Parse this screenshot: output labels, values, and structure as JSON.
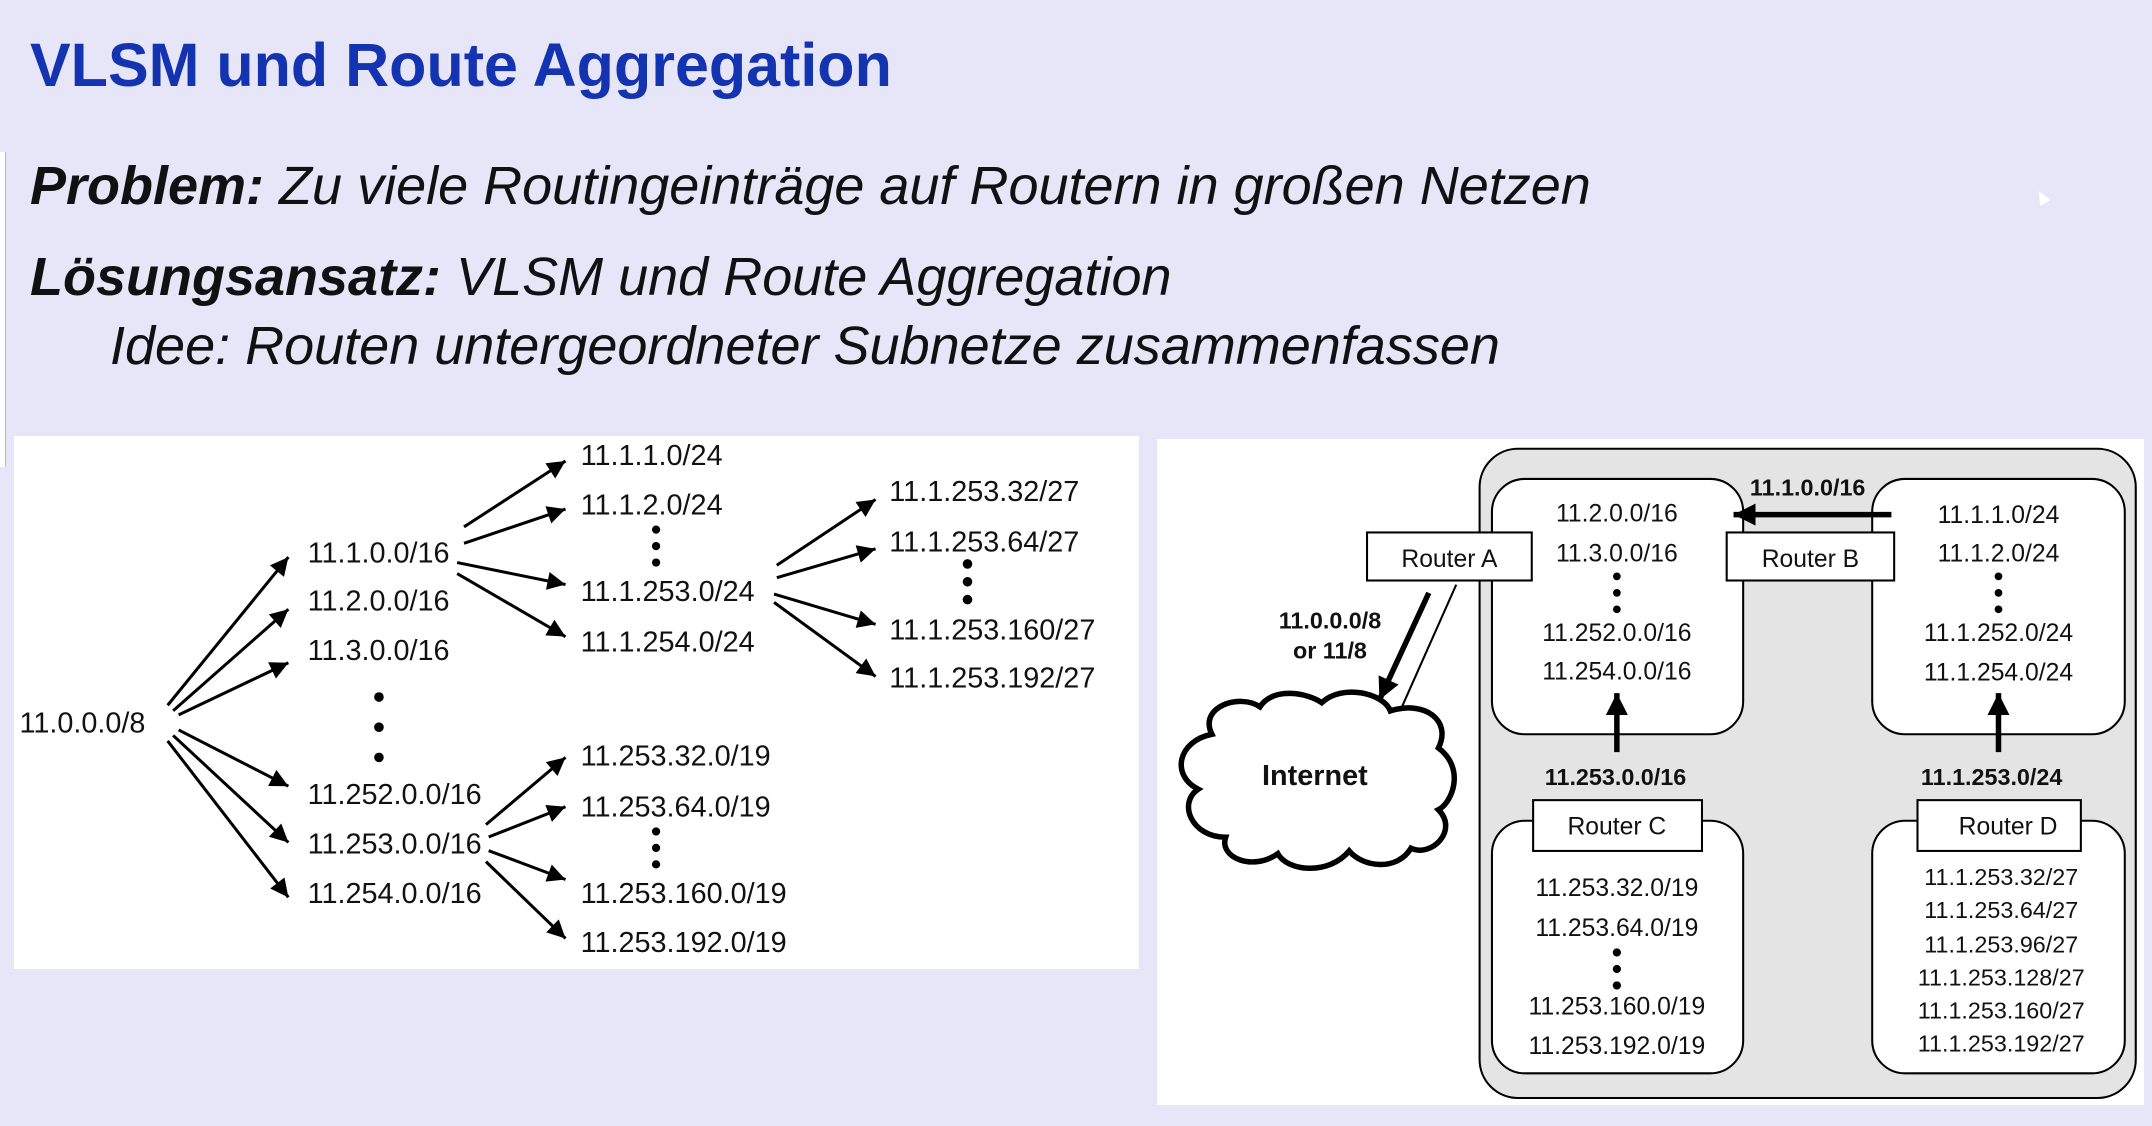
{
  "title": "VLSM und Route Aggregation",
  "problem": {
    "label": "Problem:",
    "text": " Zu viele Routingeinträge auf Routern in großen Netzen"
  },
  "solution": {
    "label": "Lösungsansatz:",
    "text": " VLSM und Route Aggregation"
  },
  "idea": "Idee: Routen untergeordneter Subnetze zusammenfassen",
  "tree": {
    "root": "11.0.0.0/8",
    "level1": [
      "11.1.0.0/16",
      "11.2.0.0/16",
      "11.3.0.0/16",
      "11.252.0.0/16",
      "11.253.0.0/16",
      "11.254.0.0/16"
    ],
    "level2a": [
      "11.1.1.0/24",
      "11.1.2.0/24",
      "11.1.253.0/24",
      "11.1.254.0/24"
    ],
    "level3": [
      "11.1.253.32/27",
      "11.1.253.64/27",
      "11.1.253.160/27",
      "11.1.253.192/27"
    ],
    "level2b": [
      "11.253.32.0/19",
      "11.253.64.0/19",
      "11.253.160.0/19",
      "11.253.192.0/19"
    ]
  },
  "network": {
    "internet": "Internet",
    "internet_route": [
      "11.0.0.0/8",
      "or 11/8"
    ],
    "router_a": {
      "label": "Router A",
      "routes": [
        "11.2.0.0/16",
        "11.3.0.0/16",
        "11.252.0.0/16",
        "11.254.0.0/16"
      ]
    },
    "router_b": {
      "label": "Router B",
      "routes": [
        "11.1.1.0/24",
        "11.1.2.0/24",
        "11.1.252.0/24",
        "11.1.254.0/24"
      ],
      "advertise": "11.1.0.0/16"
    },
    "router_c": {
      "label": "Router C",
      "routes": [
        "11.253.32.0/19",
        "11.253.64.0/19",
        "11.253.160.0/19",
        "11.253.192.0/19"
      ],
      "advertise": "11.253.0.0/16"
    },
    "router_d": {
      "label": "Router D",
      "routes": [
        "11.1.253.32/27",
        "11.1.253.64/27",
        "11.1.253.96/27",
        "11.1.253.128/27",
        "11.1.253.160/27",
        "11.1.253.192/27"
      ],
      "advertise": "11.1.253.0/24"
    }
  }
}
